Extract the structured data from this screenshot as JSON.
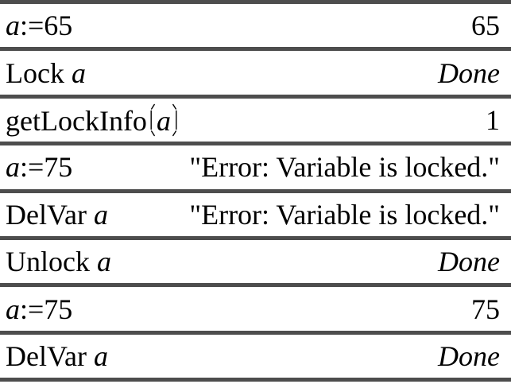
{
  "app": {
    "title": "Calculator history - variable locking example"
  },
  "colors": {
    "line": "#4d4d4d",
    "text": "#000000",
    "background": "#ffffff"
  },
  "rows": [
    {
      "input": [
        {
          "t": "a",
          "italic": true
        },
        {
          "t": ":=65"
        }
      ],
      "output": [
        {
          "t": "65"
        }
      ]
    },
    {
      "input": [
        {
          "t": "Lock "
        },
        {
          "t": "a",
          "italic": true
        }
      ],
      "output": [
        {
          "t": "Done",
          "italic": true
        }
      ]
    },
    {
      "input": [
        {
          "t": "getLockInfo"
        },
        {
          "icon": "stretch-paren-open"
        },
        {
          "t": "a",
          "italic": true
        },
        {
          "icon": "stretch-paren-close"
        }
      ],
      "output": [
        {
          "t": "1"
        }
      ]
    },
    {
      "input": [
        {
          "t": "a",
          "italic": true
        },
        {
          "t": ":=75"
        }
      ],
      "output": [
        {
          "t": "\"Error: Variable is locked.\""
        }
      ]
    },
    {
      "input": [
        {
          "t": "DelVar "
        },
        {
          "t": "a",
          "italic": true
        }
      ],
      "output": [
        {
          "t": "\"Error: Variable is locked.\""
        }
      ]
    },
    {
      "input": [
        {
          "t": "Unlock "
        },
        {
          "t": "a",
          "italic": true
        }
      ],
      "output": [
        {
          "t": "Done",
          "italic": true
        }
      ]
    },
    {
      "input": [
        {
          "t": "a",
          "italic": true
        },
        {
          "t": ":=75"
        }
      ],
      "output": [
        {
          "t": "75"
        }
      ]
    },
    {
      "input": [
        {
          "t": "DelVar "
        },
        {
          "t": "a",
          "italic": true
        }
      ],
      "output": [
        {
          "t": "Done",
          "italic": true
        }
      ]
    }
  ]
}
